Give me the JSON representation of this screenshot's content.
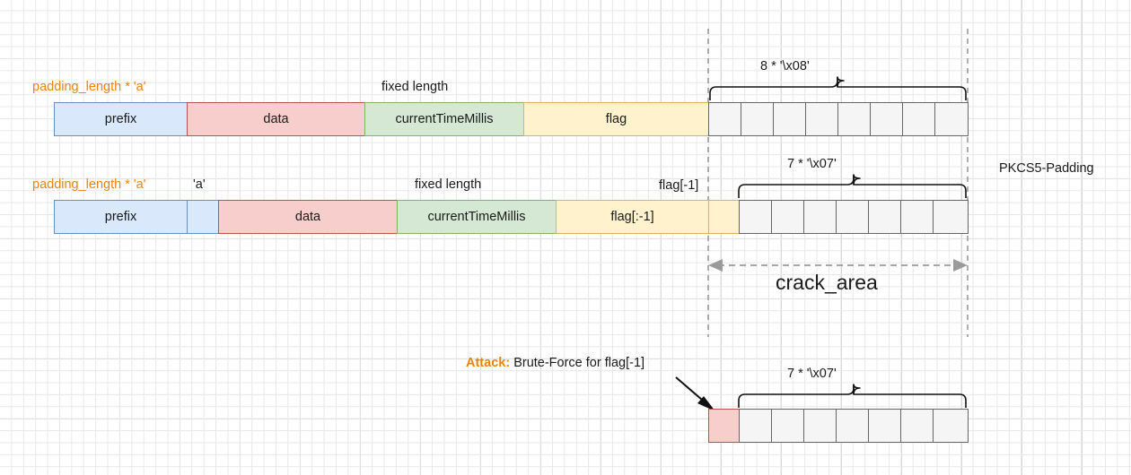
{
  "diagram": {
    "title_right": "PKCS5-Padding",
    "rows": [
      {
        "name": "row-original",
        "top_labels": [
          {
            "name": "padding-label",
            "text": "padding_length * 'a'",
            "color": "#e8840c"
          },
          {
            "name": "fixed-length-label",
            "text": "fixed length",
            "color": "#1a1a1a"
          }
        ],
        "blocks": [
          {
            "name": "prefix-block",
            "label": "prefix"
          },
          {
            "name": "data-block",
            "label": "data"
          },
          {
            "name": "currenttimemillis-block",
            "label": "currentTimeMillis"
          },
          {
            "name": "flag-block",
            "label": "flag"
          }
        ],
        "padding": {
          "count": 8,
          "brace_label": "8 * '\\x08'"
        }
      },
      {
        "name": "row-attacked",
        "top_labels": [
          {
            "name": "padding-label",
            "text": "padding_length * 'a'",
            "color": "#e8840c"
          },
          {
            "name": "single-a-label",
            "text": "'a'",
            "color": "#1a1a1a"
          },
          {
            "name": "fixed-length-label",
            "text": "fixed length",
            "color": "#1a1a1a"
          },
          {
            "name": "flag-last-byte-label",
            "text": "flag[-1]",
            "color": "#1a1a1a"
          }
        ],
        "blocks": [
          {
            "name": "prefix-block",
            "label": "prefix"
          },
          {
            "name": "extra-a-block",
            "label": ""
          },
          {
            "name": "data-block",
            "label": "data"
          },
          {
            "name": "currenttimemillis-block",
            "label": "currentTimeMillis"
          },
          {
            "name": "flag-truncated-block",
            "label": "flag[:-1]"
          },
          {
            "name": "flag-last-byte-block",
            "label": ""
          }
        ],
        "padding": {
          "count": 7,
          "brace_label": "7 * '\\x07'"
        }
      }
    ],
    "crack_area": {
      "name": "crack-area",
      "label": "crack_area"
    },
    "attack": {
      "name": "attack-note",
      "bold_prefix": "Attack:",
      "text": "Brute-Force for flag[-1]"
    },
    "bottom_row": {
      "name": "row-bruteforce",
      "guess_cell_label": "",
      "padding": {
        "count": 7,
        "brace_label": "7 * '\\x07'"
      }
    }
  }
}
